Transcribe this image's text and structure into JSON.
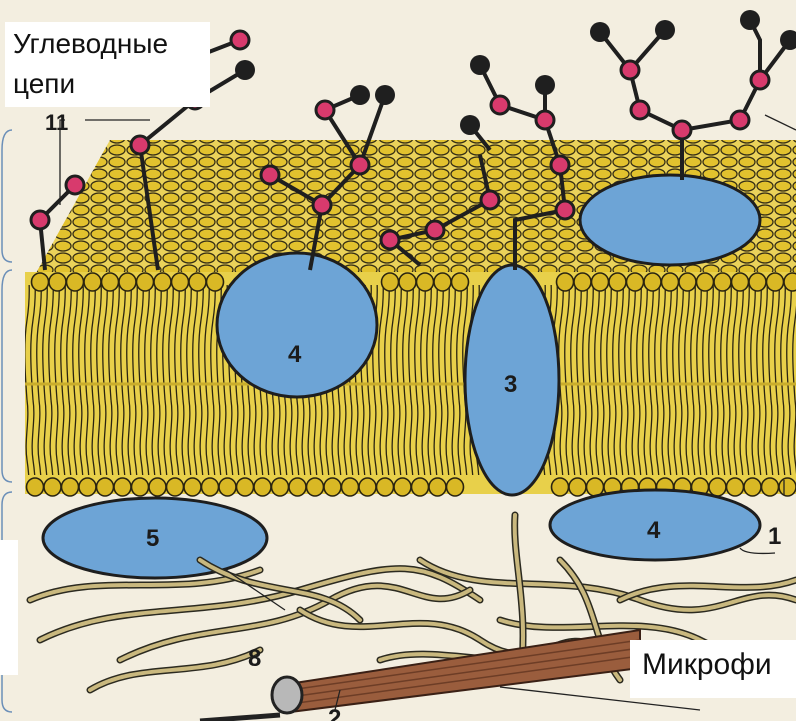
{
  "labels": {
    "carbohydrate_chains": "Углеводные\nцепи",
    "microfilament": "Микрофи"
  },
  "numbers": {
    "n11": "11",
    "n4_top": "4",
    "n3": "3",
    "n5": "5",
    "n4_bottom": "4",
    "n8": "8",
    "n1": "1",
    "n2_partial": "2"
  },
  "colors": {
    "bilayer": "#e7cf3d",
    "lipid_head": "#d9b825",
    "protein": "#6da4d6",
    "sugar_node": "#d83a6d",
    "sugar_cap": "#1f1f1f",
    "fiber": "#c9b87e",
    "microfilament": "#8c5335",
    "background": "#f3eee0"
  }
}
